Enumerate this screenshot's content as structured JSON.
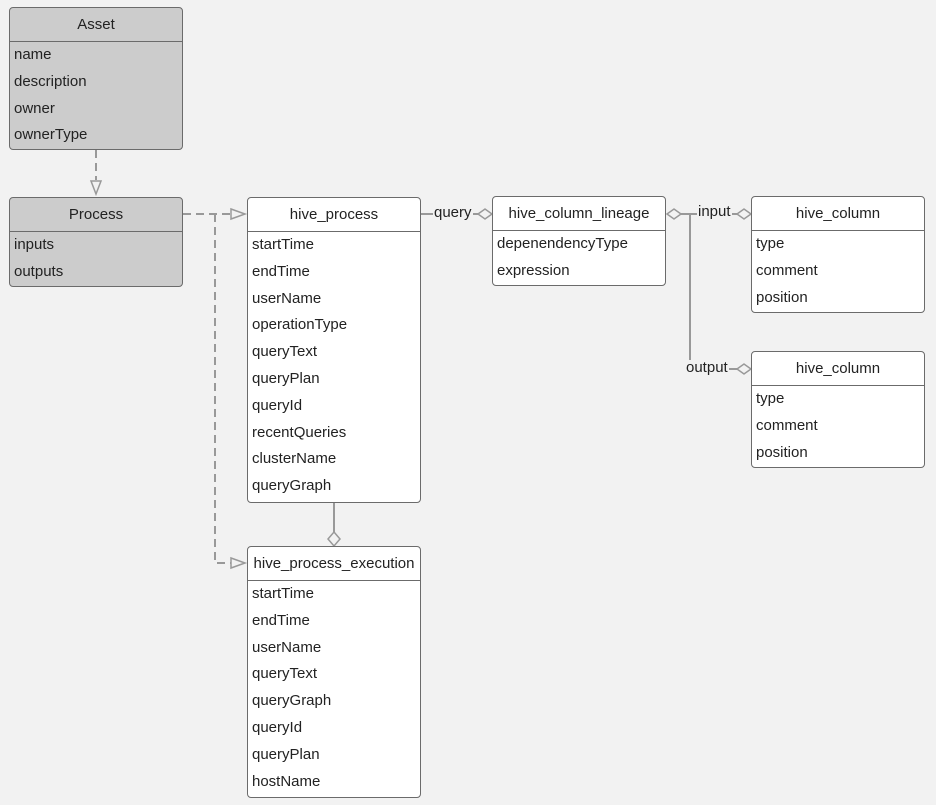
{
  "entities": {
    "asset": {
      "title": "Asset",
      "fields": [
        "name",
        "description",
        "owner",
        "ownerType"
      ]
    },
    "process": {
      "title": "Process",
      "fields": [
        "inputs",
        "outputs"
      ]
    },
    "hive_process": {
      "title": "hive_process",
      "fields": [
        "startTime",
        "endTime",
        "userName",
        "operationType",
        "queryText",
        "queryPlan",
        "queryId",
        "recentQueries",
        "clusterName",
        "queryGraph"
      ]
    },
    "hive_column_lineage": {
      "title": "hive_column_lineage",
      "fields": [
        "depenendencyType",
        "expression"
      ]
    },
    "hive_column_input": {
      "title": "hive_column",
      "fields": [
        "type",
        "comment",
        "position"
      ]
    },
    "hive_column_output": {
      "title": "hive_column",
      "fields": [
        "type",
        "comment",
        "position"
      ]
    },
    "hive_process_execution": {
      "title": "hive_process_execution",
      "fields": [
        "startTime",
        "endTime",
        "userName",
        "queryText",
        "queryGraph",
        "queryId",
        "queryPlan",
        "hostName"
      ]
    }
  },
  "connections": {
    "query_label": "query",
    "input_label": "input",
    "output_label": "output"
  },
  "colors": {
    "background": "#f2f2f2",
    "superclass_fill": "#cccccc",
    "entity_fill": "#ffffff",
    "line": "#999999",
    "border": "#6b6b6b"
  }
}
